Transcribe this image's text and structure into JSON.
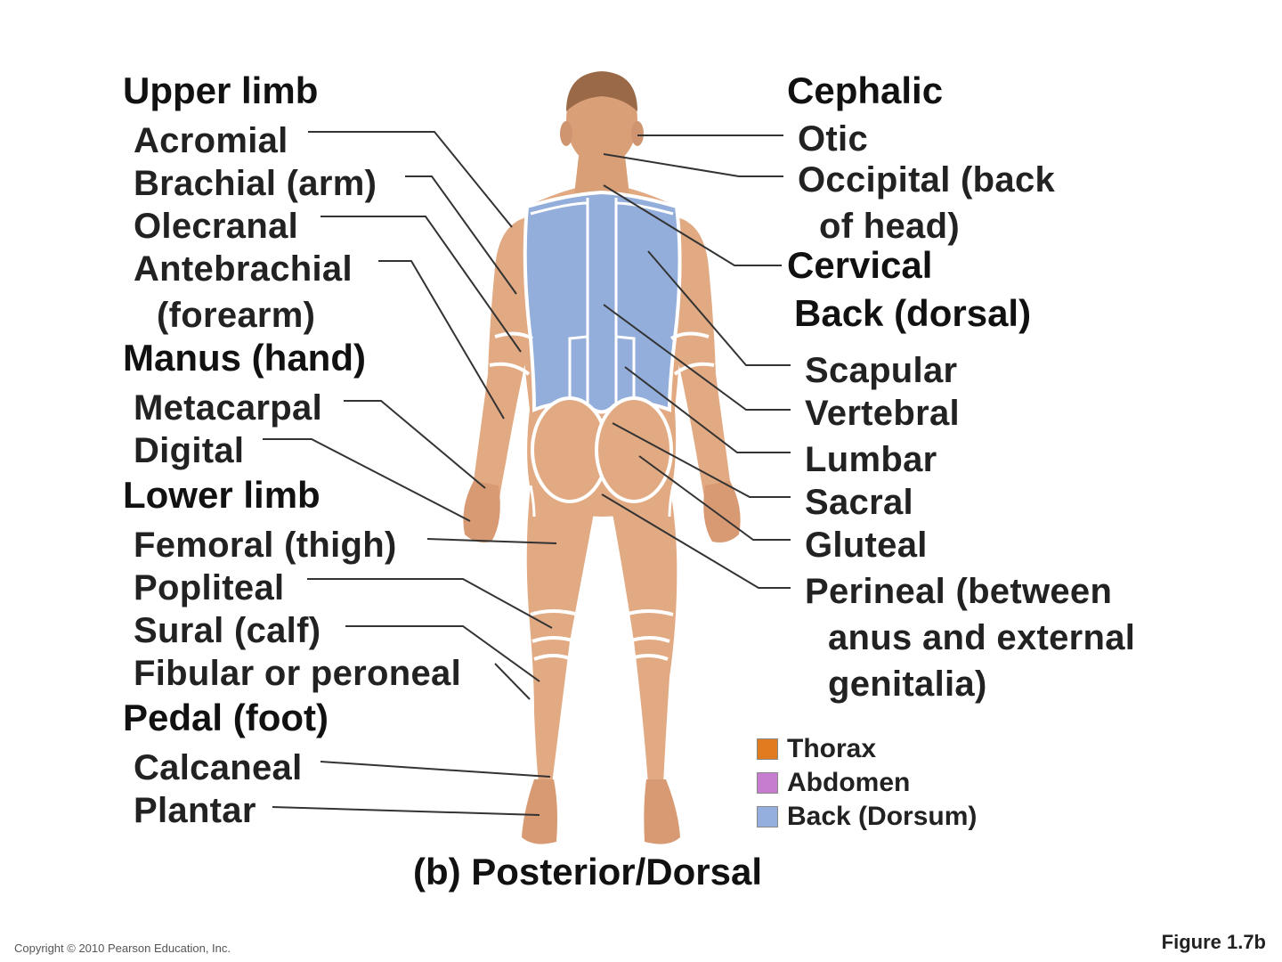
{
  "headers": {
    "upper_limb": "Upper limb",
    "manus": "Manus (hand)",
    "lower_limb": "Lower limb",
    "pedal": "Pedal (foot)",
    "cephalic": "Cephalic",
    "cervical": "Cervical",
    "back": "Back (dorsal)"
  },
  "left_labels": {
    "acromial": "Acromial",
    "brachial": "Brachial (arm)",
    "olecranal": "Olecranal",
    "antebrachial": "Antebrachial",
    "forearm": "(forearm)",
    "metacarpal": "Metacarpal",
    "digital": "Digital",
    "femoral": "Femoral (thigh)",
    "popliteal": "Popliteal",
    "sural": "Sural (calf)",
    "fibular": "Fibular or peroneal",
    "calcaneal": "Calcaneal",
    "plantar": "Plantar"
  },
  "right_labels": {
    "otic": "Otic",
    "occipital_1": "Occipital (back",
    "occipital_2": "of head)",
    "scapular": "Scapular",
    "vertebral": "Vertebral",
    "lumbar": "Lumbar",
    "sacral": "Sacral",
    "gluteal": "Gluteal",
    "perineal_1": "Perineal (between",
    "perineal_2": "anus and external",
    "perineal_3": "genitalia)"
  },
  "legend": [
    {
      "label": "Thorax",
      "color": "#e07b20"
    },
    {
      "label": "Abdomen",
      "color": "#c77dcf"
    },
    {
      "label": "Back (Dorsum)",
      "color": "#94aede"
    }
  ],
  "caption": "(b) Posterior/Dorsal",
  "copyright": "Copyright © 2010 Pearson Education, Inc.",
  "figure_label": "Figure 1.7b",
  "colors": {
    "skin": "#e2aa83",
    "skin_shadow": "#c98a62",
    "hair": "#9a6a48",
    "back_region": "#93aedb",
    "outline": "#ffffff",
    "leader": "#333333"
  }
}
